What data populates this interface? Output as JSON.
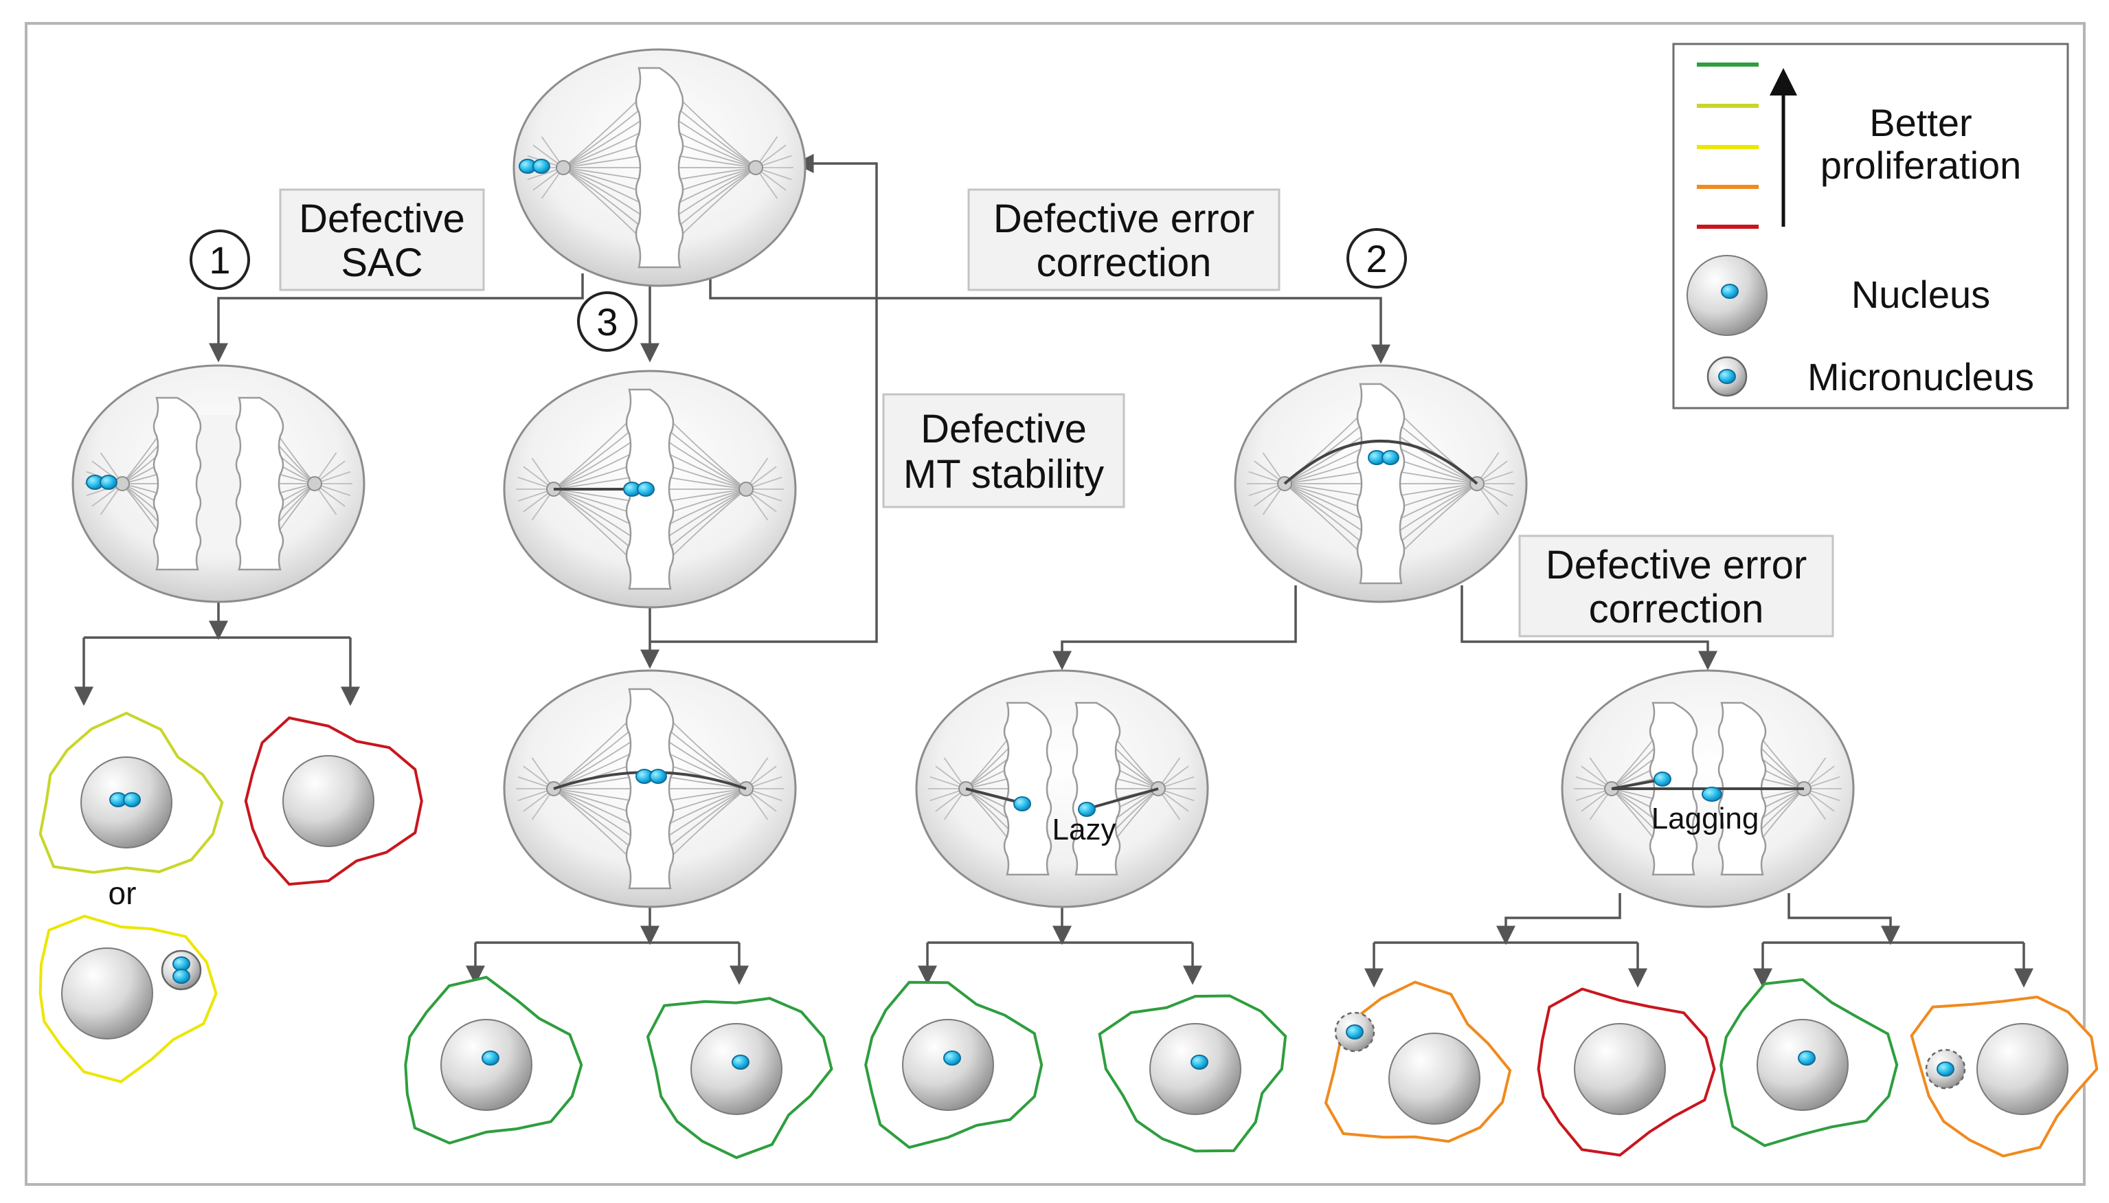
{
  "labels": {
    "defective_sac": [
      "Defective",
      "SAC"
    ],
    "defective_error_correction_top": [
      "Defective error",
      "correction"
    ],
    "defective_mt_stability": [
      "Defective",
      "MT stability"
    ],
    "defective_error_correction_right": [
      "Defective error",
      "correction"
    ],
    "or": "or",
    "lazy": "Lazy",
    "lagging": "Lagging"
  },
  "steps": [
    "1",
    "2",
    "3"
  ],
  "legend": {
    "proliferation": [
      "Better",
      "proliferation"
    ],
    "nucleus": "Nucleus",
    "micronucleus": "Micronucleus"
  },
  "colors": {
    "green": "#2e9e3e",
    "yellow_green": "#c8d62a",
    "yellow": "#ece600",
    "orange": "#f08a1e",
    "red": "#c8161e",
    "chromosome": "#20b7e8",
    "arrow": "#555555",
    "label_box": "#f2f2f2"
  }
}
